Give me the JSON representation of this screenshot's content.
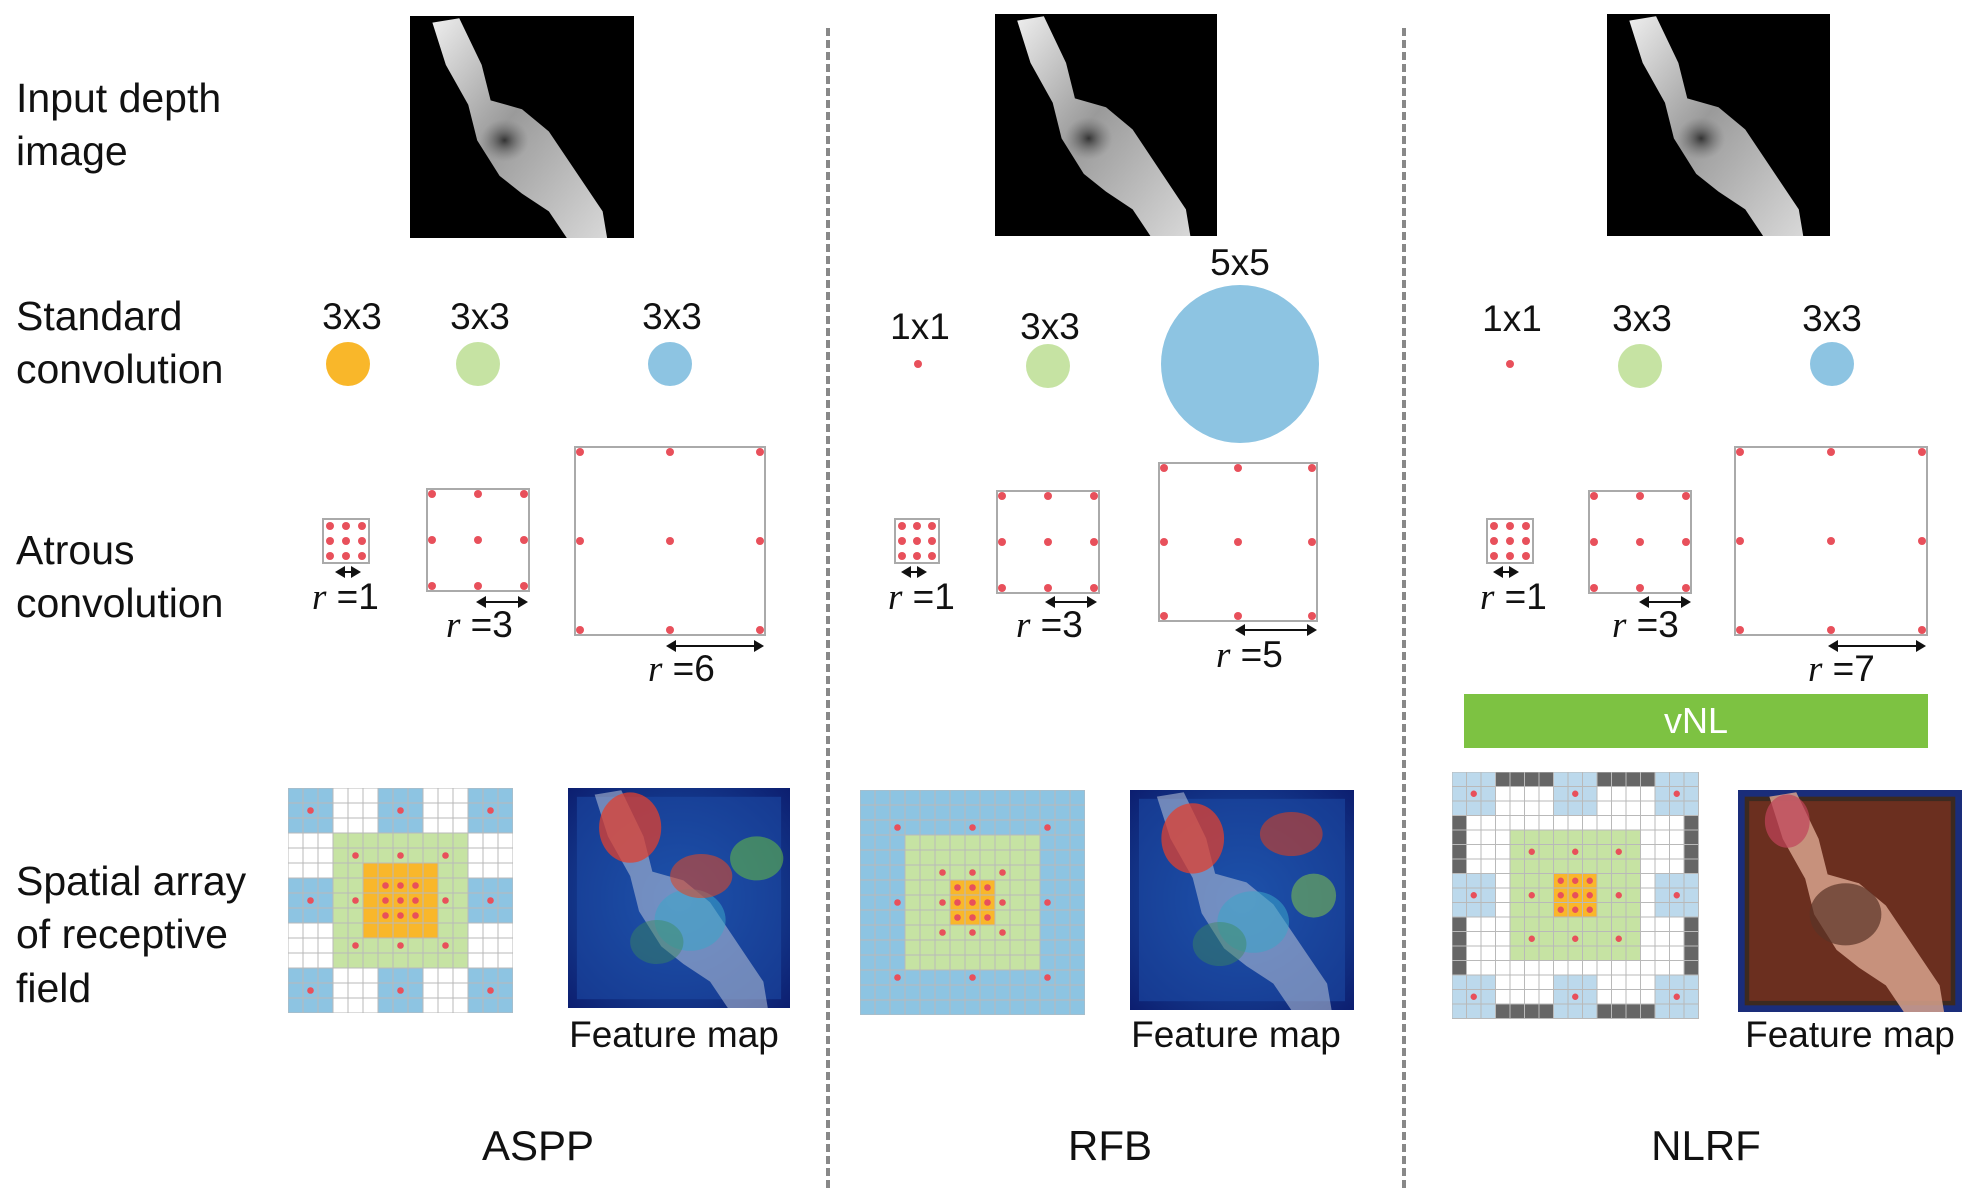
{
  "row_labels": {
    "input": "Input depth\nimage",
    "standard": "Standard\nconvolution",
    "atrous": "Atrous\nconvolution",
    "spatial": "Spatial array\nof receptive\nfield"
  },
  "columns": [
    {
      "method": "ASPP",
      "kernels": [
        "3x3",
        "3x3",
        "3x3"
      ],
      "rates": [
        "1",
        "3",
        "6"
      ],
      "feature_caption": "Feature map"
    },
    {
      "method": "RFB",
      "kernels": [
        "1x1",
        "3x3",
        "5x5"
      ],
      "rates": [
        "1",
        "3",
        "5"
      ],
      "feature_caption": "Feature map"
    },
    {
      "method": "NLRF",
      "kernels": [
        "1x1",
        "3x3",
        "3x3"
      ],
      "rates": [
        "1",
        "3",
        "7"
      ],
      "vnl": "vNL",
      "feature_caption": "Feature map"
    }
  ],
  "r_prefix": "r",
  "r_eq": " =",
  "colors": {
    "orange": "#f9b72a",
    "green": "#c6e3a3",
    "blue": "#8dc4e2",
    "red_dot": "#e8505b",
    "vnl_green": "#7dc242",
    "separator": "#888888"
  }
}
